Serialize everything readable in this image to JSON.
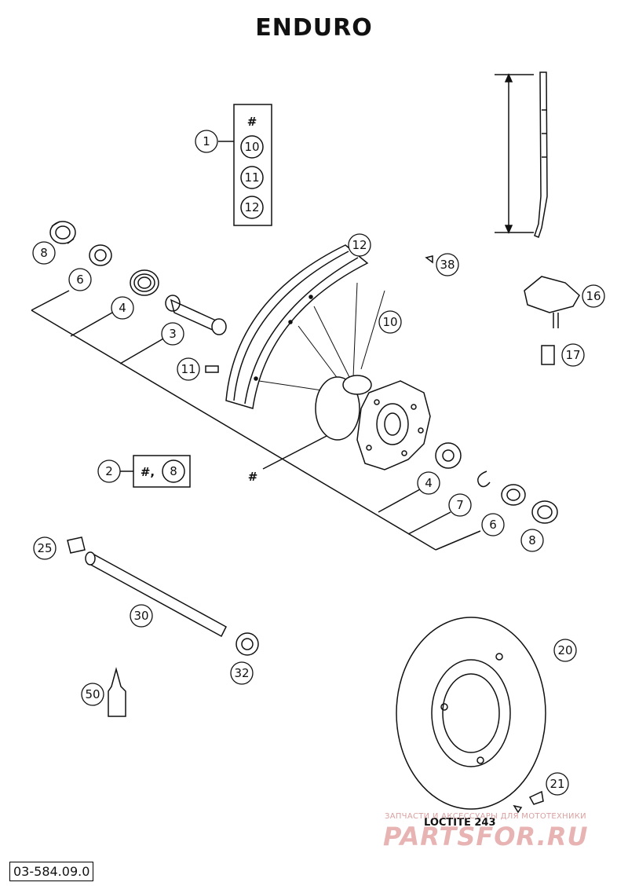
{
  "title": "ENDURO",
  "drawing_number": "03-584.09.0",
  "loctite_label": "LOCTITE 243",
  "watermark": {
    "small": "ЗАПЧАСТИ И АКСЕССУАРЫ ДЛЯ МОТОТЕХНИКИ",
    "large": "PARTSFOR.RU"
  },
  "hub_label": "#",
  "callouts": {
    "p1": "1",
    "p2": "2",
    "p3": "3",
    "p4a": "4",
    "p4b": "4",
    "p6a": "6",
    "p6b": "6",
    "p7": "7",
    "p8a": "8",
    "p8b": "8",
    "p10": "10",
    "p11": "11",
    "p12": "12",
    "p16": "16",
    "p17": "17",
    "p20": "20",
    "p21": "21",
    "p25": "25",
    "p30": "30",
    "p32": "32",
    "p38": "38",
    "p50": "50"
  },
  "group_1": {
    "hash": "#",
    "items": [
      "10",
      "11",
      "12"
    ]
  },
  "group_2": {
    "hash": "#,",
    "item": "8"
  }
}
